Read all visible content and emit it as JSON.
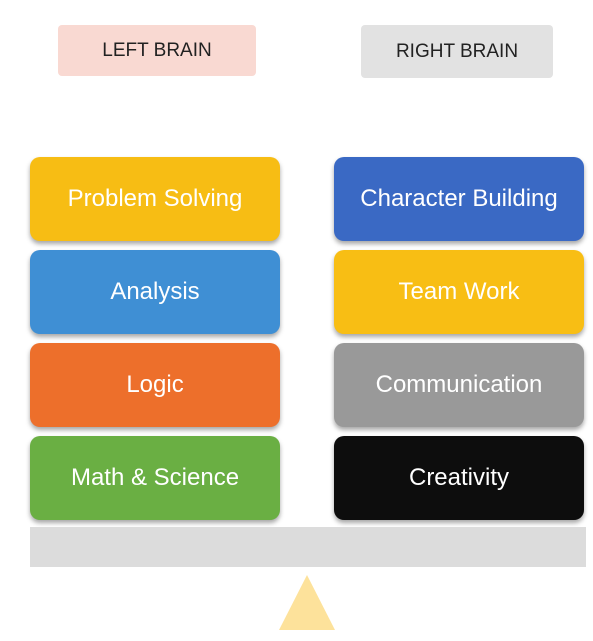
{
  "labels": {
    "left": "LEFT BRAIN",
    "right": "RIGHT BRAIN"
  },
  "left_blocks": [
    {
      "label": "Problem Solving",
      "color": "#f7bd14"
    },
    {
      "label": "Analysis",
      "color": "#3f8fd4"
    },
    {
      "label": "Logic",
      "color": "#ed6f2b"
    },
    {
      "label": "Math & Science",
      "color": "#6aaf43"
    }
  ],
  "right_blocks": [
    {
      "label": "Character Building",
      "color": "#3a69c4"
    },
    {
      "label": "Team Work",
      "color": "#f8be14"
    },
    {
      "label": "Communication",
      "color": "#999999"
    },
    {
      "label": "Creativity",
      "color": "#0d0d0d"
    }
  ],
  "colors": {
    "left_label_bg": "#f9d9d2",
    "right_label_bg": "#e2e2e2",
    "plank": "#dcdcdc",
    "fulcrum": "#fde29b"
  }
}
